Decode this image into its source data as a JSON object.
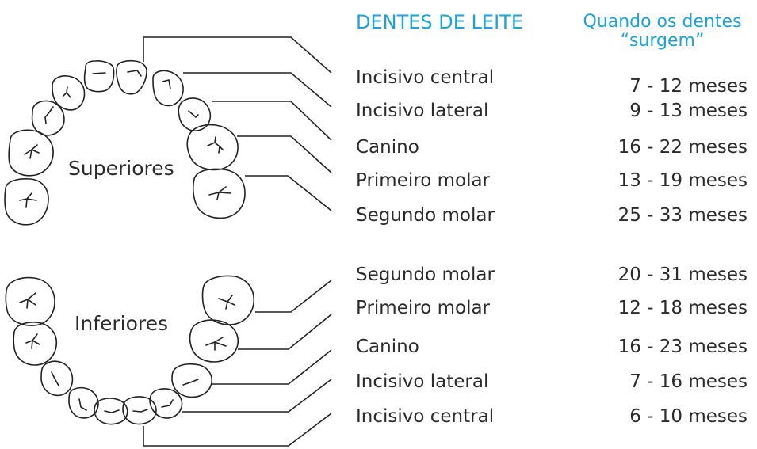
{
  "header": {
    "title": "DENTES DE LEITE",
    "when_line1": "Quando os dentes",
    "when_line2": "“surgem”"
  },
  "colors": {
    "accent": "#1ba3dd",
    "text": "#2b2b2b",
    "stroke": "#222222"
  },
  "upper": {
    "label": "Superiores",
    "rows": [
      {
        "name": "Incisivo central",
        "age": "7 - 12 meses"
      },
      {
        "name": "Incisivo lateral",
        "age": "9 - 13 meses"
      },
      {
        "name": "Canino",
        "age": "16 - 22 meses"
      },
      {
        "name": "Primeiro molar",
        "age": "13 - 19 meses"
      },
      {
        "name": "Segundo molar",
        "age": "25 - 33 meses"
      }
    ]
  },
  "lower": {
    "label": "Inferiores",
    "rows": [
      {
        "name": "Segundo molar",
        "age": "20 - 31 meses"
      },
      {
        "name": "Primeiro molar",
        "age": "12 - 18 meses"
      },
      {
        "name": "Canino",
        "age": "16 - 23 meses"
      },
      {
        "name": "Incisivo lateral",
        "age": "7 - 16 meses"
      },
      {
        "name": "Incisivo central",
        "age": "6 - 10 meses"
      }
    ]
  }
}
